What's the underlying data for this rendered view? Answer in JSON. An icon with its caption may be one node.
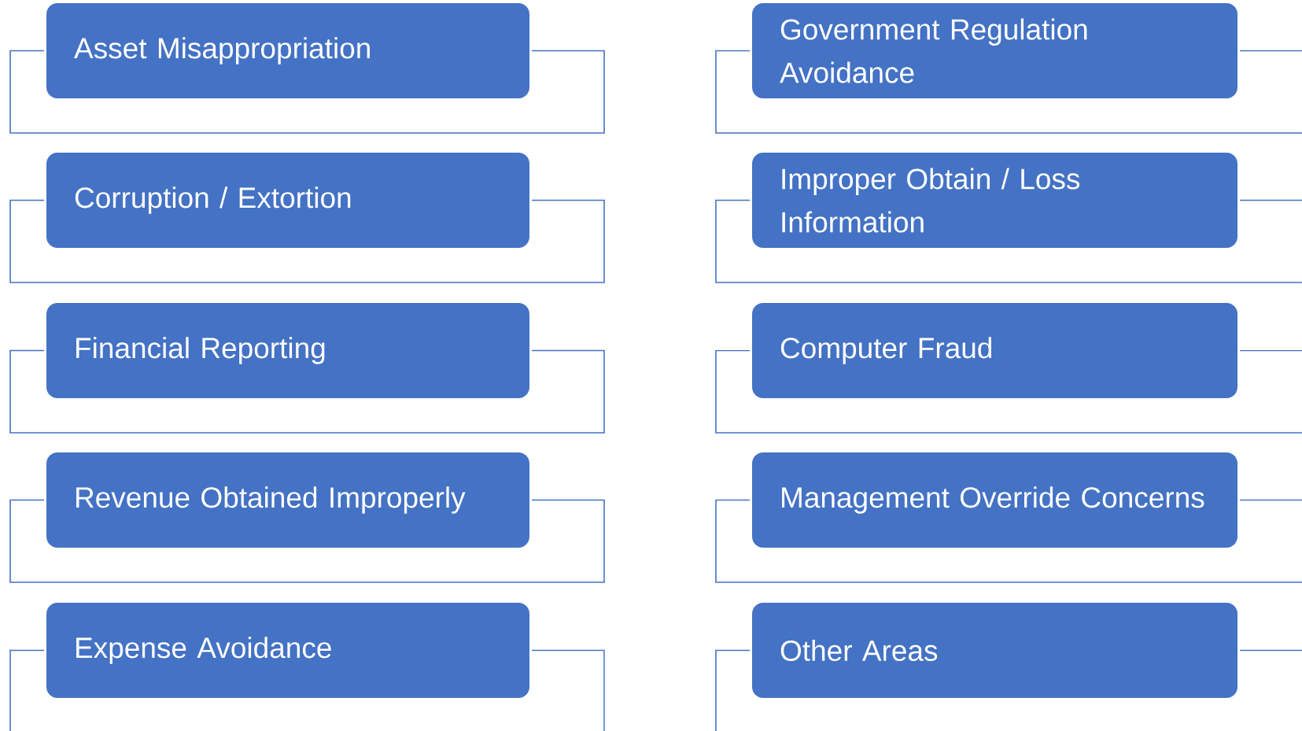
{
  "diagram": {
    "nodes": [
      {
        "text": [
          "Asset Misappropriation"
        ]
      },
      {
        "text": [
          "Corruption / Extortion"
        ]
      },
      {
        "text": [
          "Financial Reporting"
        ]
      },
      {
        "text": [
          "Revenue Obtained Improperly"
        ]
      },
      {
        "text": [
          "Expense Avoidance"
        ]
      },
      {
        "text": [
          "Government Regulation Avoidance"
        ]
      },
      {
        "text": [
          "Improper Obtain / Loss Information"
        ]
      },
      {
        "text": [
          "Computer Fraud"
        ]
      },
      {
        "text": [
          "Management Override Concerns"
        ]
      },
      {
        "text": [
          "Other Areas"
        ]
      }
    ]
  }
}
